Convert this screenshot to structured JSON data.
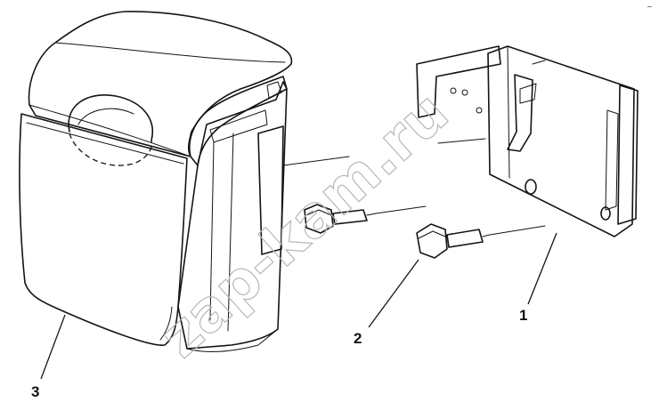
{
  "diagram": {
    "watermark": "zap-kam.ru",
    "corner_mark": "~",
    "callouts": [
      {
        "id": "1",
        "label": "1"
      },
      {
        "id": "2",
        "label": "2"
      },
      {
        "id": "3",
        "label": "3"
      }
    ],
    "parts": [
      {
        "callout": "1",
        "kind": "mounting-bracket"
      },
      {
        "callout": "2",
        "kind": "hex-bolt"
      },
      {
        "callout": "3",
        "kind": "cover-housing"
      }
    ],
    "colors": {
      "line": "#141414",
      "shade": "#c9c9c9",
      "fill": "#ffffff",
      "watermark": "#b7b7b7"
    }
  }
}
